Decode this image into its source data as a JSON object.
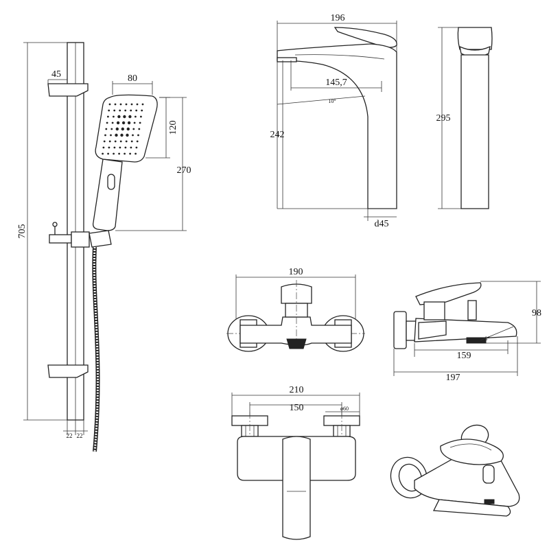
{
  "labels": {
    "rail_height": "705",
    "bracket_width": "45",
    "head_width": "80",
    "head_face": "120",
    "shower_length": "270",
    "rail_foot_left": "22",
    "rail_foot_right": "22",
    "basin_width": "196",
    "basin_reach": "145,7",
    "basin_angle": "10°",
    "basin_height": "242",
    "basin_base": "d45",
    "side_height": "295",
    "mixer_width": "190",
    "bath_height": "98",
    "bath_spout": "159",
    "bath_total": "197",
    "bath_angle": "8°",
    "mixer_total": "210",
    "mixer_centers": "150",
    "mixer_flange": "ø60"
  }
}
